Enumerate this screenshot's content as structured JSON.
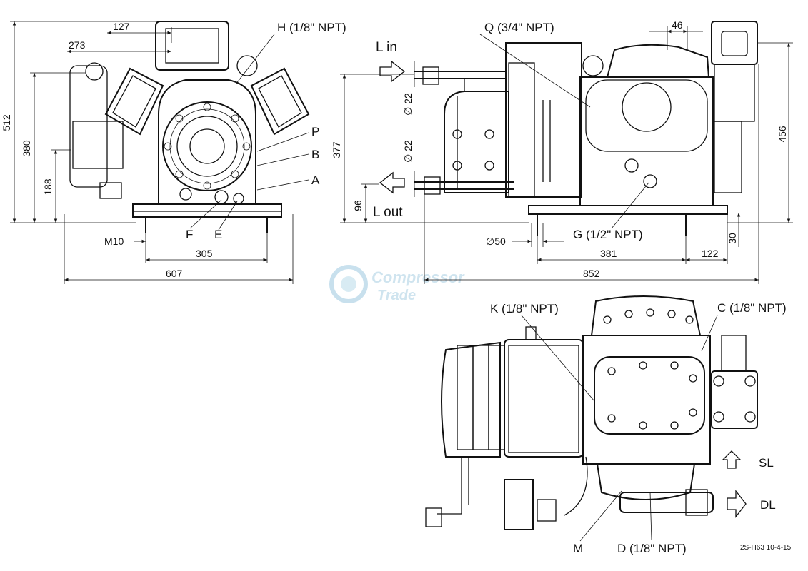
{
  "labels": {
    "H": "H (1/8\" NPT)",
    "Q": "Q (3/4\" NPT)",
    "L_in": "L in",
    "L_out": "L out",
    "P": "P",
    "B": "B",
    "A": "A",
    "F": "F",
    "E": "E",
    "G": "G (1/2\" NPT)",
    "K": "K (1/8\" NPT)",
    "C": "C (1/8\" NPT)",
    "SL": "SL",
    "DL": "DL",
    "M": "M",
    "D": "D (1/8\" NPT)"
  },
  "dimensions": {
    "d512": "512",
    "d380": "380",
    "d188": "188",
    "d127": "127",
    "d273": "273",
    "dM10": "M10",
    "d305": "305",
    "d607": "607",
    "d377": "377",
    "d96": "96",
    "d22a": "∅ 22",
    "d22b": "∅ 22",
    "d50": "∅50",
    "d381": "381",
    "d852": "852",
    "d122": "122",
    "d30": "30",
    "d46": "46",
    "d456": "456"
  },
  "watermark": {
    "line1": "Compressor",
    "line2": "Trade"
  },
  "drawing_code": "2S-H63 10-4-15"
}
